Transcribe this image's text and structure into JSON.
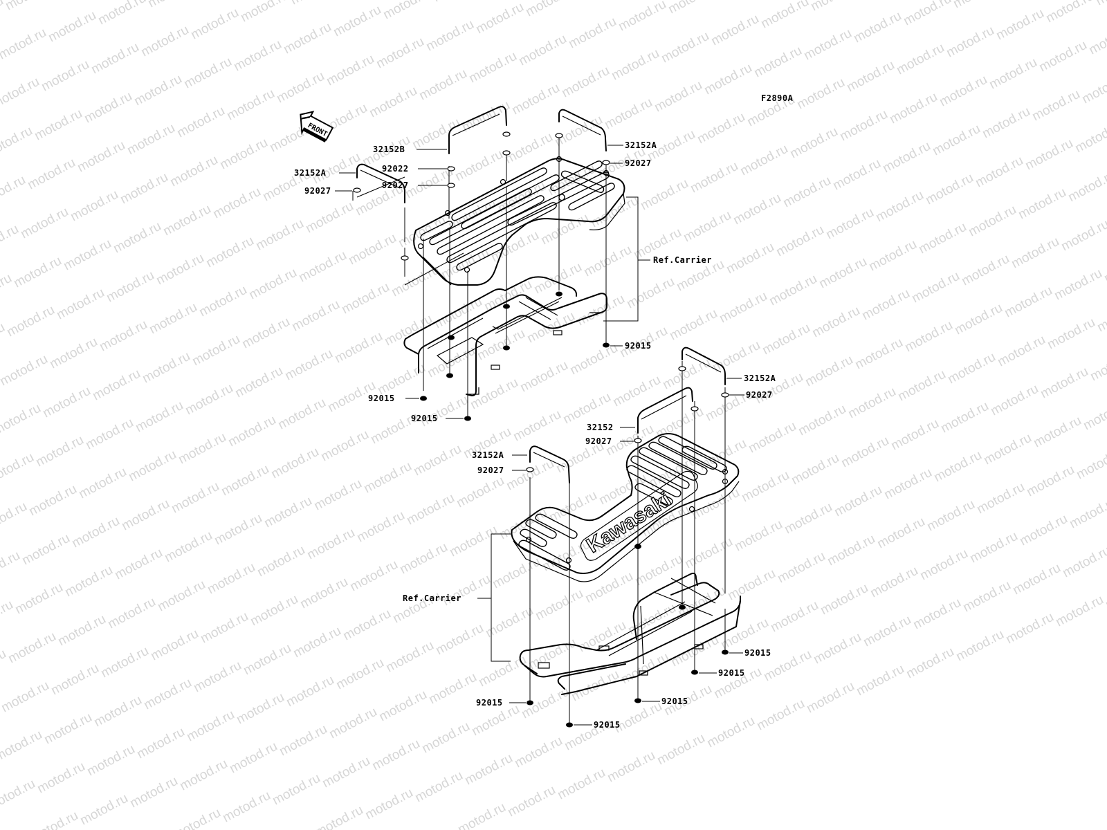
{
  "watermark": {
    "text": "motod.ru",
    "color": "#d6d6d6"
  },
  "figure_code": "F2890A",
  "front_indicator": {
    "label": "FRONT",
    "icon": "front-arrow-icon"
  },
  "upper_assembly": {
    "labels": {
      "c32152b": "32152B",
      "c32152a_top": "32152A",
      "w92027_right": "92027",
      "w92022": "92022",
      "w92027_left": "92027",
      "c32152a_left": "32152A",
      "w92027_left2": "92027",
      "ref_carrier": "Ref.Carrier",
      "n92015_right": "92015",
      "n92015_left": "92015",
      "n92015_bottom": "92015"
    }
  },
  "lower_assembly": {
    "brand_text": "Kawasaki",
    "labels": {
      "c32152a_right": "32152A",
      "w92027_right": "92027",
      "c32152": "32152",
      "w92027_mid": "92027",
      "c32152a_left": "32152A",
      "w92027_left": "92027",
      "ref_carrier": "Ref.Carrier",
      "n92015_r1": "92015",
      "n92015_r2": "92015",
      "n92015_mid": "92015",
      "n92015_left": "92015",
      "n92015_bottom": "92015"
    }
  }
}
